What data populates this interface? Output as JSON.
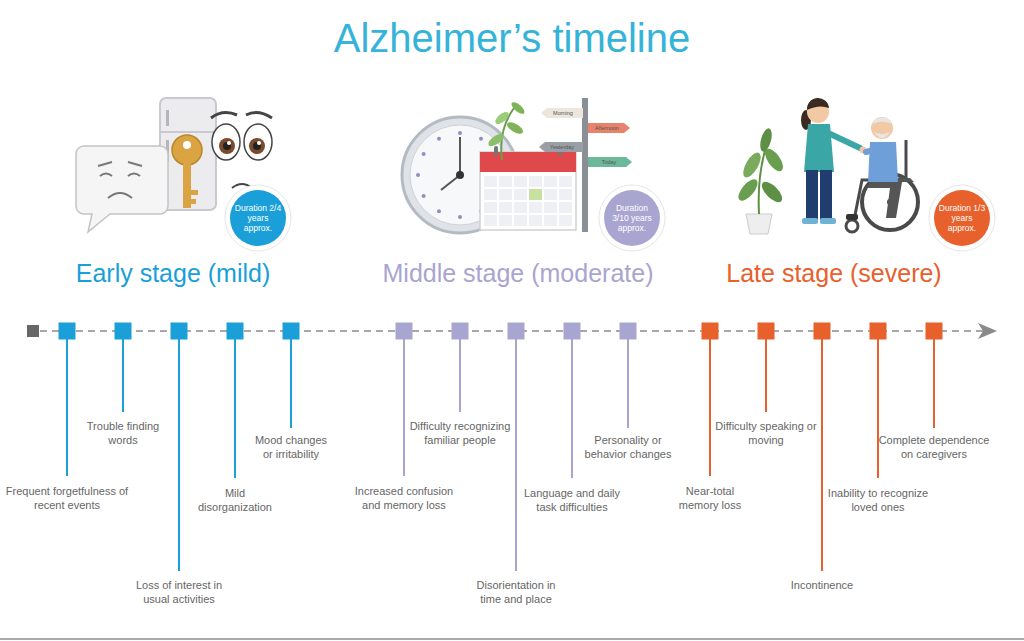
{
  "diagram": {
    "title": "Alzheimer’s timeline",
    "nodes": [
      {
        "text": [
          "Duration 2/4 years approx."
        ]
      },
      {
        "text": [
          "Duration 3/10 years approx."
        ]
      },
      {
        "text": [
          "Duration 1/3 years approx."
        ]
      }
    ],
    "labels": [
      "Early stage (mild)",
      "Middle stage (moderate)",
      "Late stage (severe)",
      "Frequent forgetfulness of recent events",
      "Trouble finding words",
      "Loss of interest in usual activities",
      "Mild disorganization",
      "Mood changes or irritability",
      "Increased confusion and memory loss",
      "Difficulty recognizing familiar people",
      "Disorientation in time and place",
      "Language and daily task difficulties",
      "Personality or behavior changes",
      "Near-total memory loss",
      "Difficulty speaking or moving",
      "Incontinence",
      "Inability to recognize loved ones",
      "Complete dependence on caregivers",
      "Morning",
      "Afternoon",
      "Yesterday",
      "Today"
    ]
  }
}
